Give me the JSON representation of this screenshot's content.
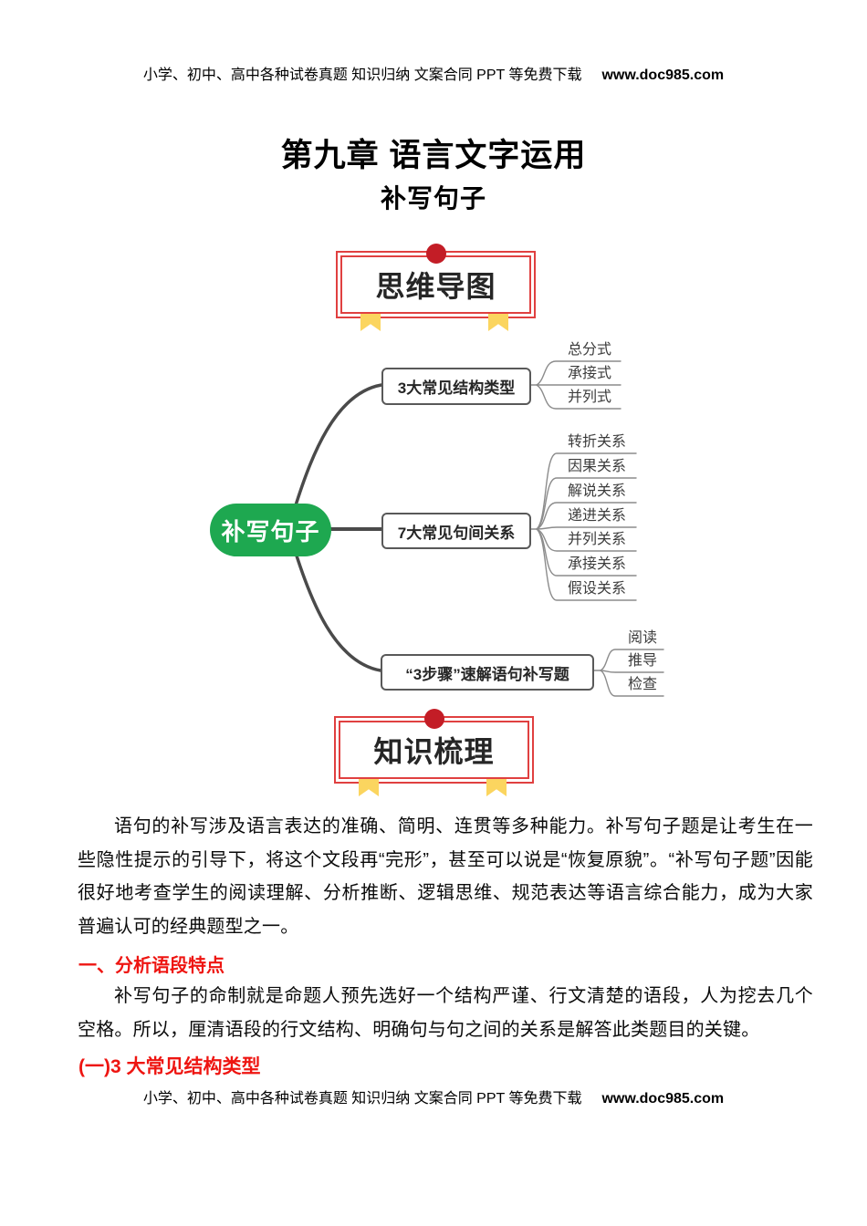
{
  "doc": {
    "title": "第九章 语言文字运用",
    "subtitle": "补写句子"
  },
  "header": {
    "text": "小学、初中、高中各种试卷真题 知识归纳 文案合同 PPT 等免费下载",
    "url": "www.doc985.com"
  },
  "footer": {
    "text": "小学、初中、高中各种试卷真题 知识归纳 文案合同 PPT 等免费下载",
    "url": "www.doc985.com"
  },
  "badges": {
    "mindmap": "思维导图",
    "knowledge": "知识梳理"
  },
  "mindmap": {
    "root": "补写句子",
    "branches": [
      {
        "label": "3大常见结构类型",
        "children": [
          "总分式",
          "承接式",
          "并列式"
        ]
      },
      {
        "label": "7大常见句间关系",
        "children": [
          "转折关系",
          "因果关系",
          "解说关系",
          "递进关系",
          "并列关系",
          "承接关系",
          "假设关系"
        ]
      },
      {
        "label": "“3步骤”速解语句补写题",
        "children": [
          "阅读",
          "推导",
          "检查"
        ]
      }
    ]
  },
  "content": {
    "para1": "语句的补写涉及语言表达的准确、简明、连贯等多种能力。补写句子题是让考生在一些隐性提示的引导下，将这个文段再“完形”，甚至可以说是“恢复原貌”。“补写句子题”因能很好地考查学生的阅读理解、分析推断、逻辑思维、规范表达等语言综合能力，成为大家普遍认可的经典题型之一。",
    "heading1": "一、分析语段特点",
    "para2": "补写句子的命制就是命题人预先选好一个结构严谨、行文清楚的语段，人为挖去几个空格。所以，厘清语段的行文结构、明确句与句之间的关系是解答此类题目的关键。",
    "heading2": "(一)3 大常见结构类型"
  },
  "colors": {
    "badge_red": "#e04040",
    "dot_red": "#c31d26",
    "ribbon_yellow": "#fbd55f",
    "root_green": "#1ea850",
    "heading_red": "#ee1511",
    "line_dark": "#4a4a4a",
    "line_gray": "#8c8c8c"
  }
}
